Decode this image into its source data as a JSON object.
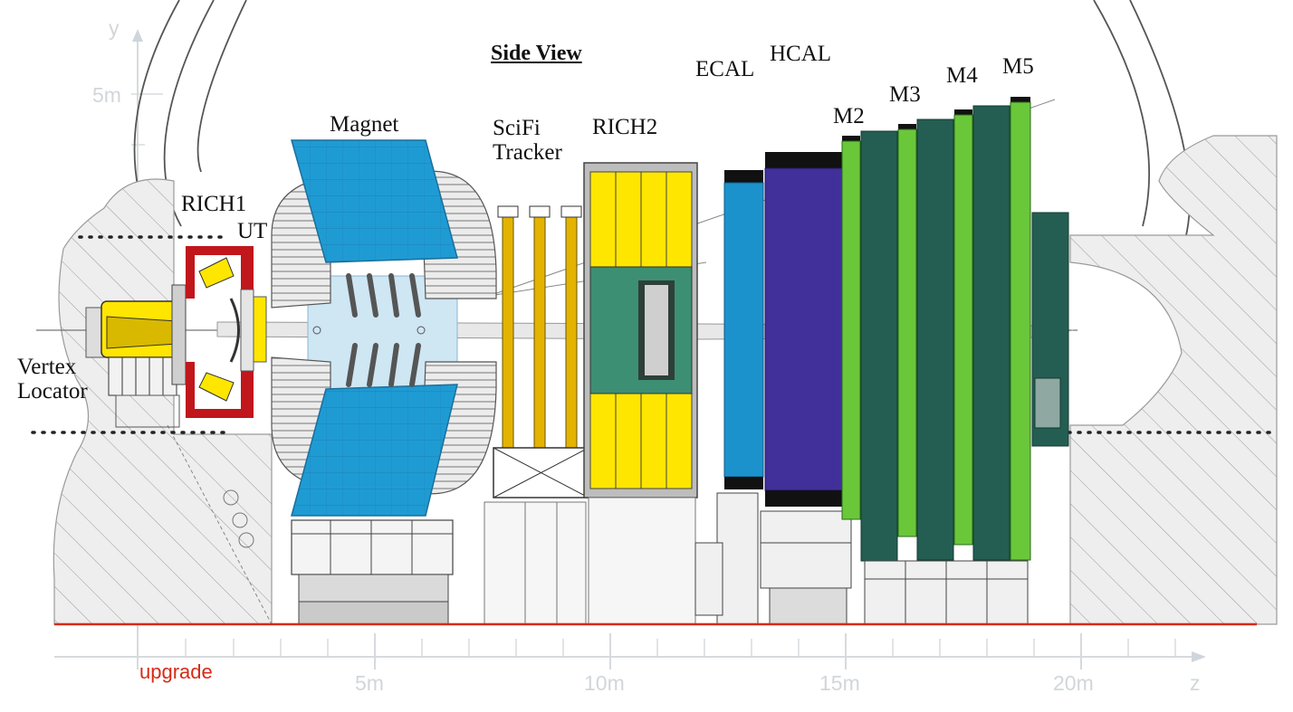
{
  "diagram": {
    "title": "Side View",
    "labels": {
      "vertex_locator": "Vertex\nLocator",
      "rich1": "RICH1",
      "ut": "UT",
      "magnet": "Magnet",
      "scifi": "SciFi\nTracker",
      "rich2": "RICH2",
      "ecal": "ECAL",
      "hcal": "HCAL",
      "m2": "M2",
      "m3": "M3",
      "m4": "M4",
      "m5": "M5"
    },
    "annotation": "upgrade",
    "y_axis": {
      "label": "y",
      "ticks": [
        "5m"
      ]
    },
    "z_axis": {
      "label": "z",
      "ticks": [
        "5m",
        "10m",
        "15m",
        "20m"
      ]
    },
    "colors": {
      "magnet": "#1f9bd4",
      "rich_mirror": "#ffe600",
      "rich2_inner": "#3d8f73",
      "ecal": "#1c92cc",
      "hcal": "#41309a",
      "muon_light": "#6ac73a",
      "muon_dark": "#245e52",
      "rich1_frame": "#c0161c",
      "beamline": "#d62a16",
      "cavern": "#eeeeee"
    }
  }
}
